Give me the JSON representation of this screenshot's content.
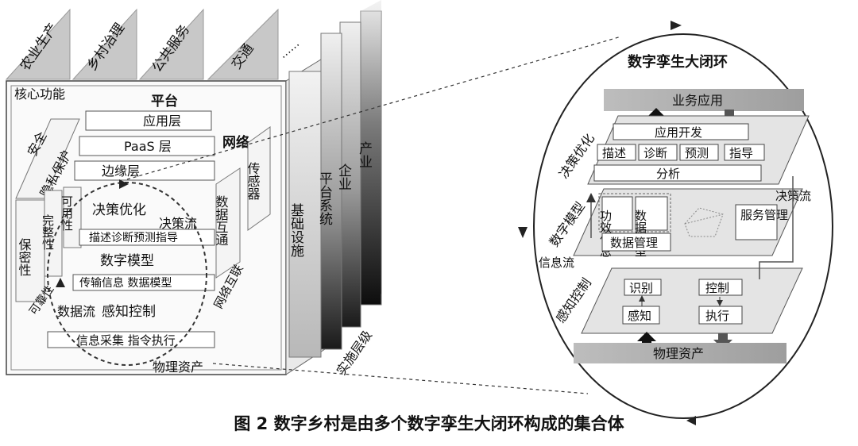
{
  "caption": "图 2  数字乡村是由多个数字孪生大闭环构成的集合体",
  "left": {
    "top_tabs": [
      "农业生产",
      "乡村治理",
      "公共服务",
      "交通"
    ],
    "ellipsis": "……",
    "core": "核心功能",
    "platform": "平台",
    "network": "网络",
    "app_layer": "应用层",
    "paas": "PaaS 层",
    "edge": "边缘层",
    "security": "安全",
    "privacy": "隐私保护",
    "availability": "可用性",
    "integrity": "完整性",
    "confidentiality": "保密性",
    "reliability": "可靠性",
    "decision_opt": "决策优化",
    "decision_flow": "决策流",
    "desc_strip": "描述诊断预测指导",
    "digital_model": "数字模型",
    "info_strip": "传输信息  数据模型",
    "data_flow": "数据流",
    "sense_control": "感知控制",
    "collect": "信息采集  指令执行",
    "physical": "物理资产",
    "sensor": "传感器",
    "data_interop": "数据互通",
    "iot": "网络互联"
  },
  "right_bars": {
    "industry": "产业",
    "enterprise": "企业",
    "platform_sys": "平台系统",
    "infra": "基础设施",
    "impl_level": "实施层级"
  },
  "right": {
    "title": "数字孪生大闭环",
    "business_app": "业务应用",
    "app_dev": "应用开发",
    "describe": "描述",
    "diagnose": "诊断",
    "predict": "预测",
    "guide": "指导",
    "analysis": "分析",
    "decision_opt": "决策优化",
    "decision_flow": "决策流",
    "efficacy": "功效信息",
    "data_model": "数据模型",
    "data_mgmt": "数据管理",
    "service_mgmt": "服务管理",
    "digital_model": "数字模型",
    "info_flow": "信息流",
    "sense_control": "感知控制",
    "recognize": "识别",
    "perceive": "感知",
    "control": "控制",
    "execute": "执行",
    "physical": "物理资产"
  }
}
